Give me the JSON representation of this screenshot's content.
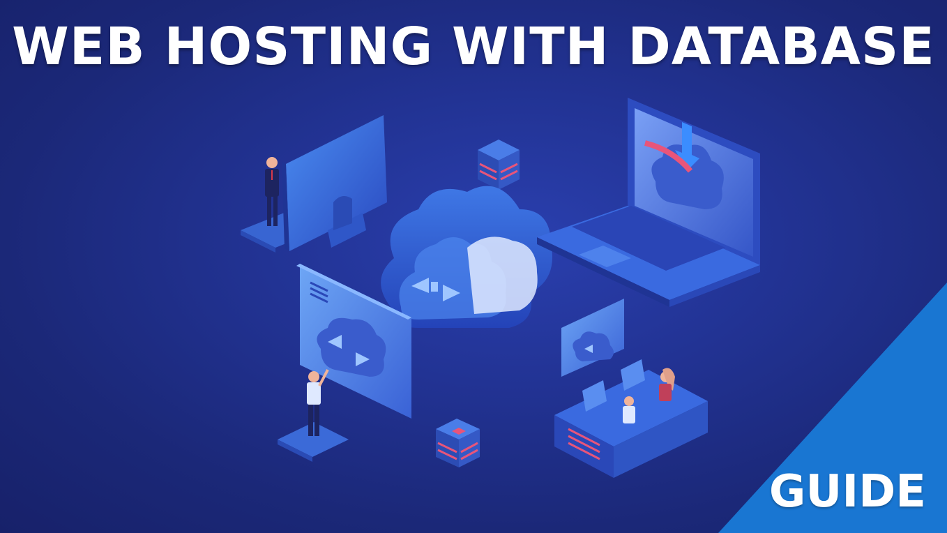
{
  "title": "WEB HOSTING WITH DATABASE",
  "badge": {
    "label": "GUIDE",
    "color": "#1976d2"
  },
  "colors": {
    "background": "#1c2a7a",
    "accent_blue": "#3a6fe0",
    "accent_pink": "#e8557a"
  },
  "illustration": {
    "items": [
      "desktop-monitor-icon",
      "businessman-figure",
      "database-icon",
      "cloud-icon",
      "laptop-icon",
      "cloud-screen-icon",
      "person-pointing-figure",
      "workstation-with-people"
    ]
  }
}
